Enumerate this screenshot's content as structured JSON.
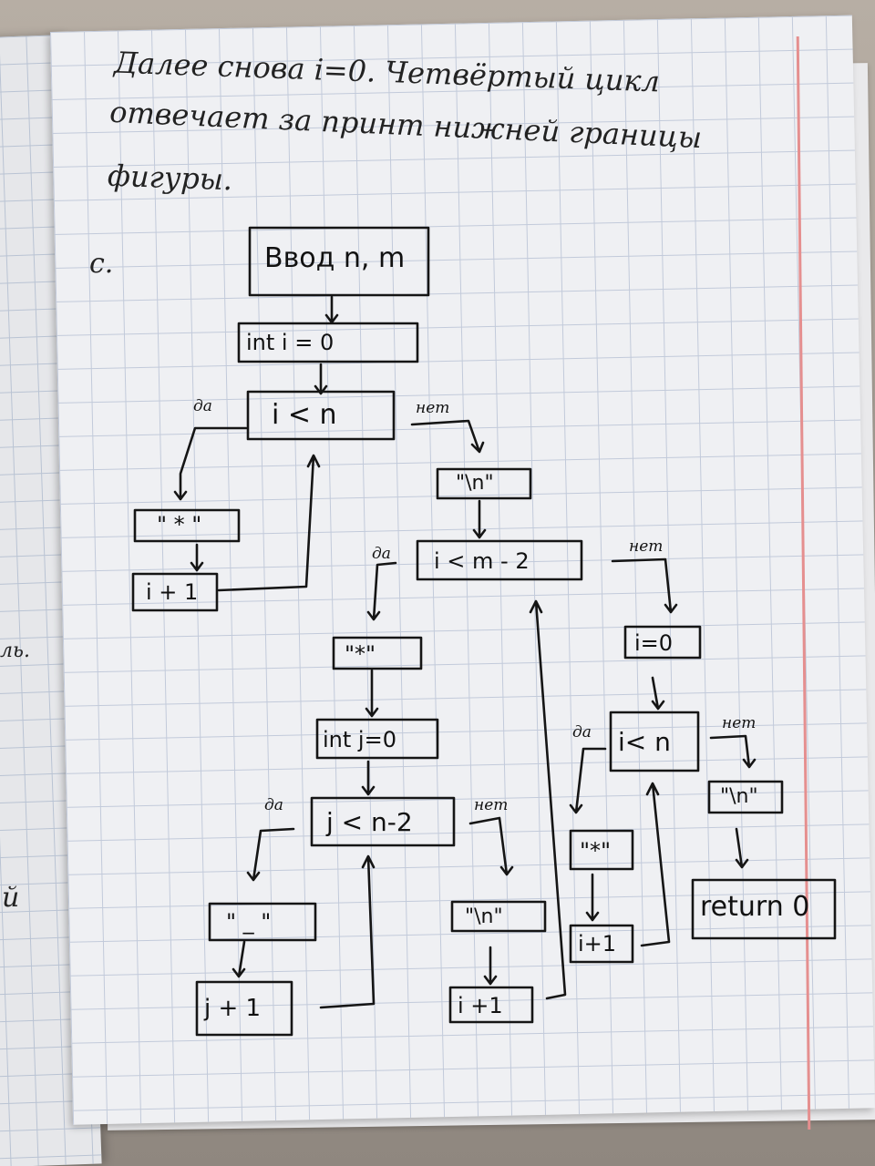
{
  "left_page": {
    "fragment_1": "ль.",
    "fragment_2": "й"
  },
  "intro": {
    "line1": "Далее снова   i=0.   Четвёртый цикл",
    "line2": "отвечает   за принт   нижней границы",
    "line3": "фигуры."
  },
  "section_label": "с.",
  "blocks": {
    "input": "Ввод  n, m",
    "init_i": "int i = 0",
    "cond1": "i  <  n",
    "star1": "\" * \"",
    "inc1": "i + 1",
    "newline1": "\"\\n\"",
    "cond2": "i  <  m - 2",
    "star2": "\"*\"",
    "init_j": "int  j=0",
    "cond3": "j  <  n-2",
    "dash": "\" _ \"",
    "inc_j": "j + 1",
    "newline2": "\"\\n\"",
    "inc2": "i +1",
    "reset_i": "i=0",
    "cond4": "i<  n",
    "star3": "\"*\"",
    "inc3": "i+1",
    "newline3": "\"\\n\"",
    "ret": "return 0"
  },
  "labels": {
    "yes": "да",
    "no": "нет"
  }
}
